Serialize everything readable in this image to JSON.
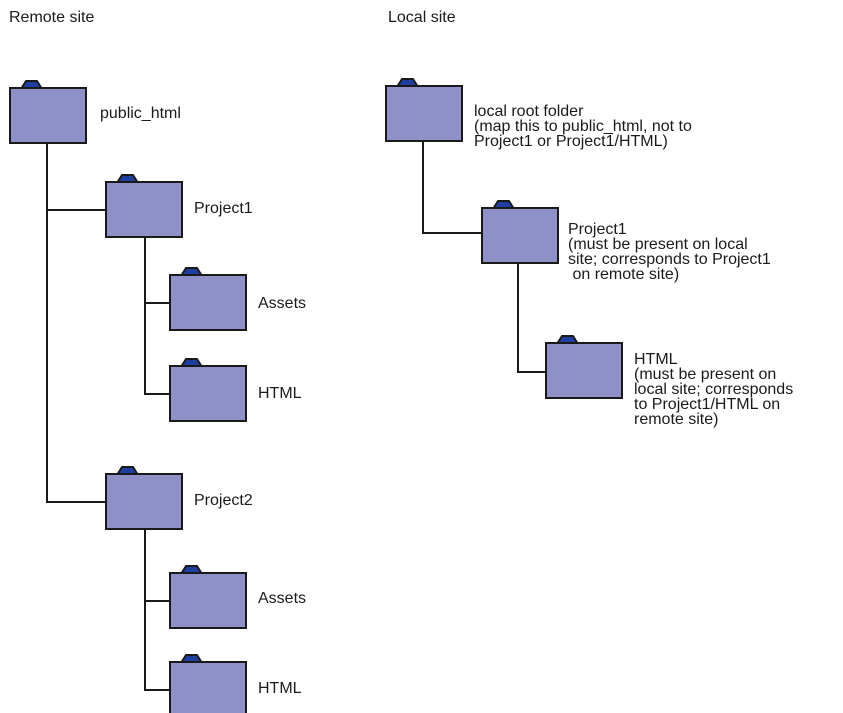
{
  "headings": {
    "remote": "Remote site",
    "local": "Local site"
  },
  "remote": {
    "root": "public_html",
    "project1": "Project1",
    "project1_assets": "Assets",
    "project1_html": "HTML",
    "project2": "Project2",
    "project2_assets": "Assets",
    "project2_html": "HTML"
  },
  "local": {
    "root": {
      "title": "local root folder",
      "note": [
        "(map this to public_html, not to",
        "Project1 or Project1/HTML)"
      ]
    },
    "project1": {
      "title": "Project1",
      "note": [
        "(must be present on local",
        "site; corresponds to Project1",
        " on remote site)"
      ]
    },
    "html": {
      "title": "HTML",
      "note": [
        "(must be present on",
        "local site; corresponds",
        "to Project1/HTML on",
        "remote site)"
      ]
    }
  },
  "colors": {
    "folder_fill": "#8e91c8",
    "folder_tab": "#1f3fa0",
    "outline": "#1a1a1a",
    "connector": "#1a1a1a"
  }
}
